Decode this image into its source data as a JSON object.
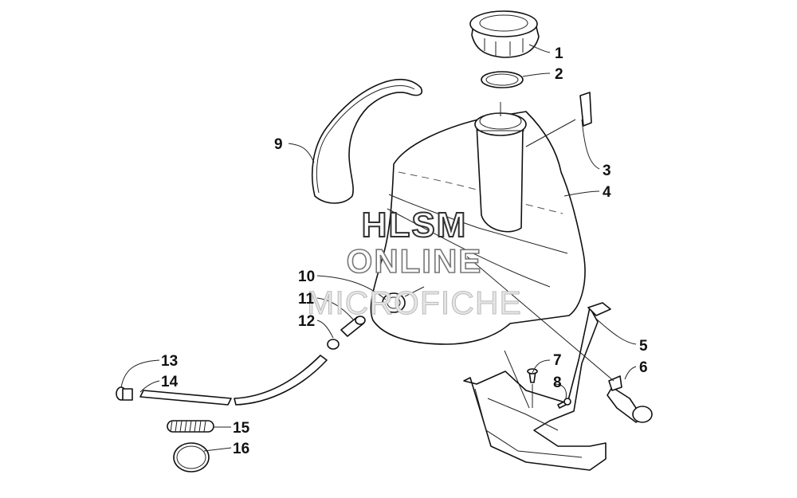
{
  "diagram": {
    "watermark": {
      "line1": "HLSM",
      "line2": "ONLINE",
      "line3": "MICROFICHE"
    },
    "callouts": [
      "1",
      "2",
      "3",
      "4",
      "5",
      "6",
      "7",
      "8",
      "9",
      "10",
      "11",
      "12",
      "13",
      "14",
      "15",
      "16"
    ]
  }
}
